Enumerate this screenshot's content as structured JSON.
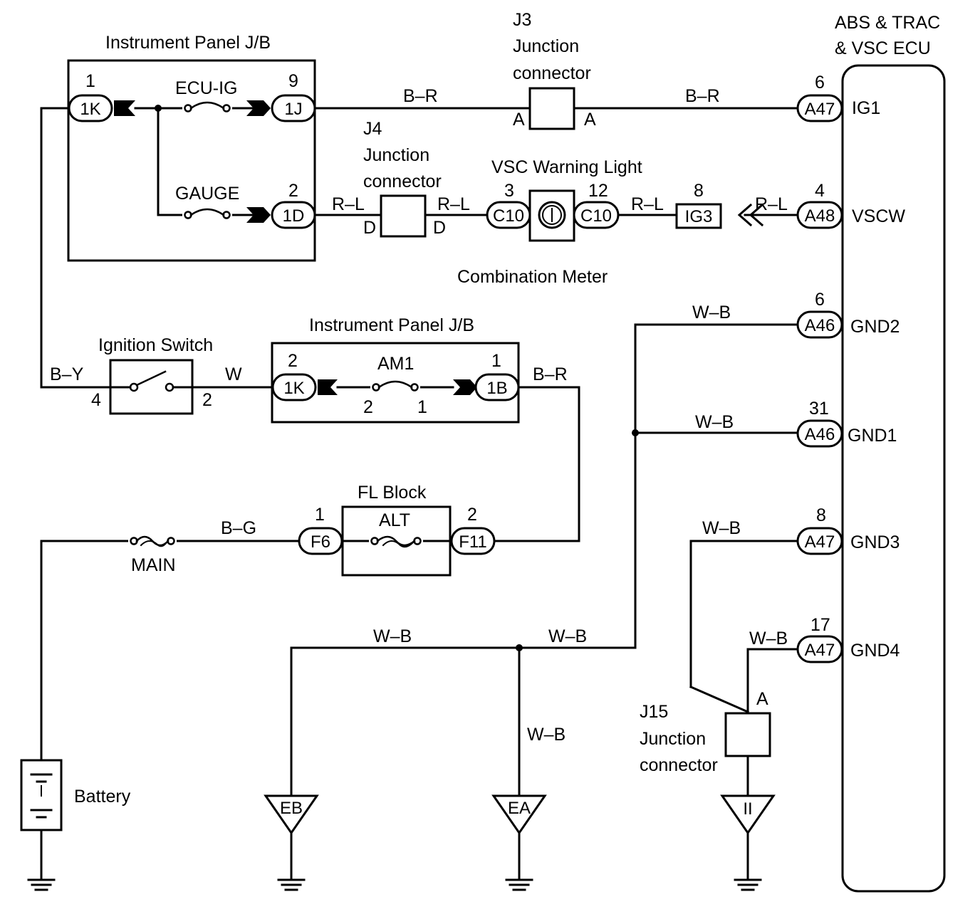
{
  "ecu": {
    "title_line1": "ABS & TRAC",
    "title_line2": "& VSC ECU",
    "terminals": [
      "IG1",
      "VSCW",
      "GND2",
      "GND1",
      "GND3",
      "GND4"
    ]
  },
  "ip_jb_top": {
    "title": "Instrument Panel J/B",
    "fuse_ecu_ig": "ECU-IG",
    "fuse_gauge": "GAUGE"
  },
  "ip_jb_mid": {
    "title": "Instrument Panel J/B",
    "fuse_am1": "AM1"
  },
  "j3": {
    "line1": "J3",
    "line2": "Junction",
    "line3": "connector"
  },
  "j4": {
    "line1": "J4",
    "line2": "Junction",
    "line3": "connector"
  },
  "j15": {
    "line1": "J15",
    "line2": "Junction",
    "line3": "connector"
  },
  "vsc_light": "VSC Warning Light",
  "combination_meter": "Combination Meter",
  "ignition_switch": "Ignition Switch",
  "fl_block": {
    "title": "FL Block",
    "fuse": "ALT"
  },
  "main_fuse": "MAIN",
  "battery": "Battery",
  "connectors": {
    "c_1k_top": "1K",
    "c_1j": "1J",
    "c_1d": "1D",
    "c_1k_mid": "1K",
    "c_1b": "1B",
    "c_f6": "F6",
    "c_f11": "F11",
    "c_c10_left": "C10",
    "c_c10_right": "C10",
    "c_ig3": "IG3",
    "c_a47_ig1": "A47",
    "c_a48": "A48",
    "c_a46_gnd2": "A46",
    "c_a46_gnd1": "A46",
    "c_a47_gnd3": "A47",
    "c_a47_gnd4": "A47"
  },
  "pins": {
    "p_1k_top": "1",
    "p_1j": "9",
    "p_1d": "2",
    "p_c10_left": "3",
    "p_c10_right": "12",
    "p_ig3": "8",
    "p_a47_ig1": "6",
    "p_a48": "4",
    "p_a46_gnd2": "6",
    "p_a46_gnd1": "31",
    "p_a47_gnd3": "8",
    "p_a47_gnd4": "17",
    "p_ign_4": "4",
    "p_ign_2": "2",
    "p_1k_mid": "2",
    "p_1b": "1",
    "p_am1_2": "2",
    "p_am1_1": "1",
    "p_f6": "1",
    "p_f11": "2",
    "p_j3_a_left": "A",
    "p_j3_a_right": "A",
    "p_j4_d_left": "D",
    "p_j4_d_right": "D",
    "p_j15_a": "A"
  },
  "wires": {
    "w_br_1": "B–R",
    "w_br_2": "B–R",
    "w_rl_1": "R–L",
    "w_rl_2": "R–L",
    "w_rl_3": "R–L",
    "w_rl_4": "R–L",
    "w_wb_gnd2": "W–B",
    "w_wb_gnd1": "W–B",
    "w_wb_gnd3": "W–B",
    "w_wb_gnd4": "W–B",
    "w_by": "B–Y",
    "w_w": "W",
    "w_br_3": "B–R",
    "w_bg": "B–G",
    "w_wb_bus_left": "W–B",
    "w_wb_bus_right": "W–B",
    "w_wb_ea": "W–B"
  },
  "grounds": {
    "eb": "EB",
    "ea": "EA",
    "ii": "II"
  }
}
